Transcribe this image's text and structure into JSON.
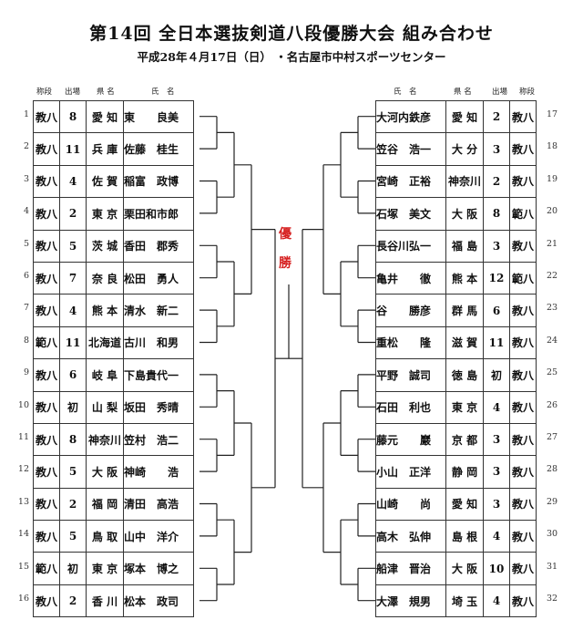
{
  "title": "第14回 全日本選抜剣道八段優勝大会 組み合わせ",
  "subtitle": "平成28年４月17日（日） ・名古屋市中村スポーツセンター",
  "headers": {
    "title": "称段",
    "count": "出場",
    "pref": "県 名",
    "name": "氏　名"
  },
  "champion": [
    "優",
    "勝"
  ],
  "colors": {
    "champion": "#d62020",
    "line": "#222222"
  },
  "left": [
    {
      "no": "1",
      "title": "教八",
      "count": "8",
      "pref": "愛 知",
      "name": "東　　良美"
    },
    {
      "no": "2",
      "title": "教八",
      "count": "11",
      "pref": "兵 庫",
      "name": "佐藤　桂生"
    },
    {
      "no": "3",
      "title": "教八",
      "count": "4",
      "pref": "佐 賀",
      "name": "稲富　政博"
    },
    {
      "no": "4",
      "title": "教八",
      "count": "2",
      "pref": "東 京",
      "name": "栗田和市郎"
    },
    {
      "no": "5",
      "title": "教八",
      "count": "5",
      "pref": "茨 城",
      "name": "香田　郡秀"
    },
    {
      "no": "6",
      "title": "教八",
      "count": "7",
      "pref": "奈 良",
      "name": "松田　勇人"
    },
    {
      "no": "7",
      "title": "教八",
      "count": "4",
      "pref": "熊 本",
      "name": "清水　新二"
    },
    {
      "no": "8",
      "title": "範八",
      "count": "11",
      "pref": "北海道",
      "name": "古川　和男"
    },
    {
      "no": "9",
      "title": "教八",
      "count": "6",
      "pref": "岐 阜",
      "name": "下島貴代一"
    },
    {
      "no": "10",
      "title": "教八",
      "count": "初",
      "pref": "山 梨",
      "name": "坂田　秀晴"
    },
    {
      "no": "11",
      "title": "教八",
      "count": "8",
      "pref": "神奈川",
      "name": "笠村　浩二"
    },
    {
      "no": "12",
      "title": "教八",
      "count": "5",
      "pref": "大 阪",
      "name": "神崎　　浩"
    },
    {
      "no": "13",
      "title": "教八",
      "count": "2",
      "pref": "福 岡",
      "name": "清田　高浩"
    },
    {
      "no": "14",
      "title": "教八",
      "count": "5",
      "pref": "鳥 取",
      "name": "山中　洋介"
    },
    {
      "no": "15",
      "title": "範八",
      "count": "初",
      "pref": "東 京",
      "name": "塚本　博之"
    },
    {
      "no": "16",
      "title": "教八",
      "count": "2",
      "pref": "香 川",
      "name": "松本　政司"
    }
  ],
  "right": [
    {
      "no": "17",
      "name": "大河内鉄彦",
      "pref": "愛 知",
      "count": "2",
      "title": "教八"
    },
    {
      "no": "18",
      "name": "笠谷　浩一",
      "pref": "大 分",
      "count": "3",
      "title": "教八"
    },
    {
      "no": "19",
      "name": "宮崎　正裕",
      "pref": "神奈川",
      "count": "2",
      "title": "教八"
    },
    {
      "no": "20",
      "name": "石塚　美文",
      "pref": "大 阪",
      "count": "8",
      "title": "範八"
    },
    {
      "no": "21",
      "name": "長谷川弘一",
      "pref": "福 島",
      "count": "3",
      "title": "教八"
    },
    {
      "no": "22",
      "name": "亀井　　徹",
      "pref": "熊 本",
      "count": "12",
      "title": "範八"
    },
    {
      "no": "23",
      "name": "谷　　勝彦",
      "pref": "群 馬",
      "count": "6",
      "title": "教八"
    },
    {
      "no": "24",
      "name": "重松　　隆",
      "pref": "滋 賀",
      "count": "11",
      "title": "教八"
    },
    {
      "no": "25",
      "name": "平野　誠司",
      "pref": "徳 島",
      "count": "初",
      "title": "教八"
    },
    {
      "no": "26",
      "name": "石田　利也",
      "pref": "東 京",
      "count": "4",
      "title": "教八"
    },
    {
      "no": "27",
      "name": "藤元　　巖",
      "pref": "京 都",
      "count": "3",
      "title": "教八"
    },
    {
      "no": "28",
      "name": "小山　正洋",
      "pref": "静 岡",
      "count": "3",
      "title": "教八"
    },
    {
      "no": "29",
      "name": "山崎　　尚",
      "pref": "愛 知",
      "count": "3",
      "title": "教八"
    },
    {
      "no": "30",
      "name": "高木　弘伸",
      "pref": "島 根",
      "count": "4",
      "title": "教八"
    },
    {
      "no": "31",
      "name": "船津　晋治",
      "pref": "大 阪",
      "count": "10",
      "title": "教八"
    },
    {
      "no": "32",
      "name": "大澤　規男",
      "pref": "埼 玉",
      "count": "4",
      "title": "教八"
    }
  ]
}
